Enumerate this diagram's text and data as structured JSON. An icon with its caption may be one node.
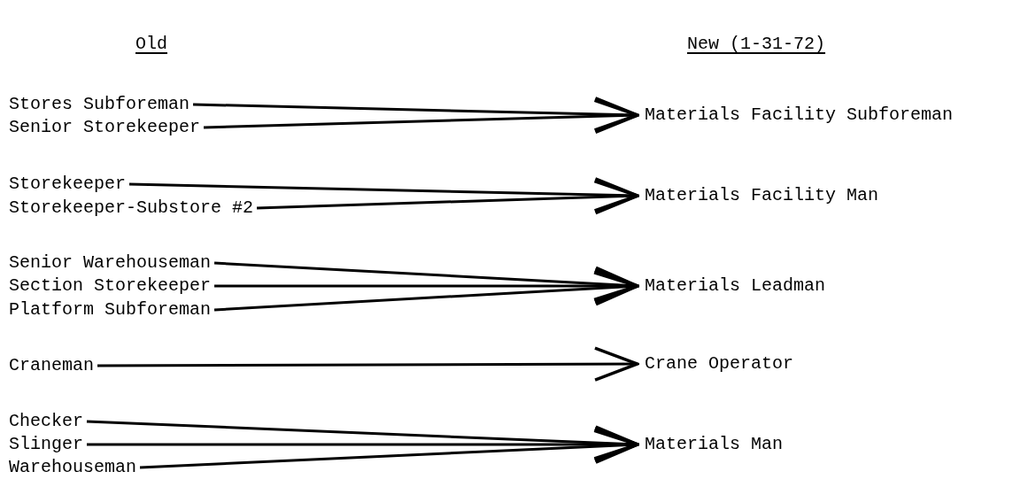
{
  "diagram": {
    "nodes": [
      {
        "text": [
          "Stores Subforeman"
        ]
      },
      {
        "text": [
          "Senior Storekeeper"
        ]
      },
      {
        "text": [
          "Storekeeper"
        ]
      },
      {
        "text": [
          "Storekeeper-Substore #2"
        ]
      },
      {
        "text": [
          "Senior Warehouseman"
        ]
      },
      {
        "text": [
          "Section Storekeeper"
        ]
      },
      {
        "text": [
          "Platform Subforeman"
        ]
      },
      {
        "text": [
          "Craneman"
        ]
      },
      {
        "text": [
          "Checker"
        ]
      },
      {
        "text": [
          "Slinger"
        ]
      },
      {
        "text": [
          "Warehouseman"
        ]
      },
      {
        "text": [
          "Materials Facility Subforeman"
        ]
      },
      {
        "text": [
          "Materials Facility Man"
        ]
      },
      {
        "text": [
          "Materials Leadman"
        ]
      },
      {
        "text": [
          "Crane Operator"
        ]
      },
      {
        "text": [
          "Materials Man"
        ]
      }
    ],
    "edges": [
      {
        "from": 0,
        "to": 11,
        "arrow": "to"
      },
      {
        "from": 1,
        "to": 11,
        "arrow": "to"
      },
      {
        "from": 2,
        "to": 12,
        "arrow": "to"
      },
      {
        "from": 3,
        "to": 12,
        "arrow": "to"
      },
      {
        "from": 4,
        "to": 13,
        "arrow": "to"
      },
      {
        "from": 5,
        "to": 13,
        "arrow": "to"
      },
      {
        "from": 6,
        "to": 13,
        "arrow": "to"
      },
      {
        "from": 7,
        "to": 14,
        "arrow": "to"
      },
      {
        "from": 8,
        "to": 15,
        "arrow": "to"
      },
      {
        "from": 9,
        "to": 15,
        "arrow": "to"
      },
      {
        "from": 10,
        "to": 15,
        "arrow": "to"
      }
    ],
    "labels": [
      "Old",
      "New (1-31-72)"
    ]
  }
}
